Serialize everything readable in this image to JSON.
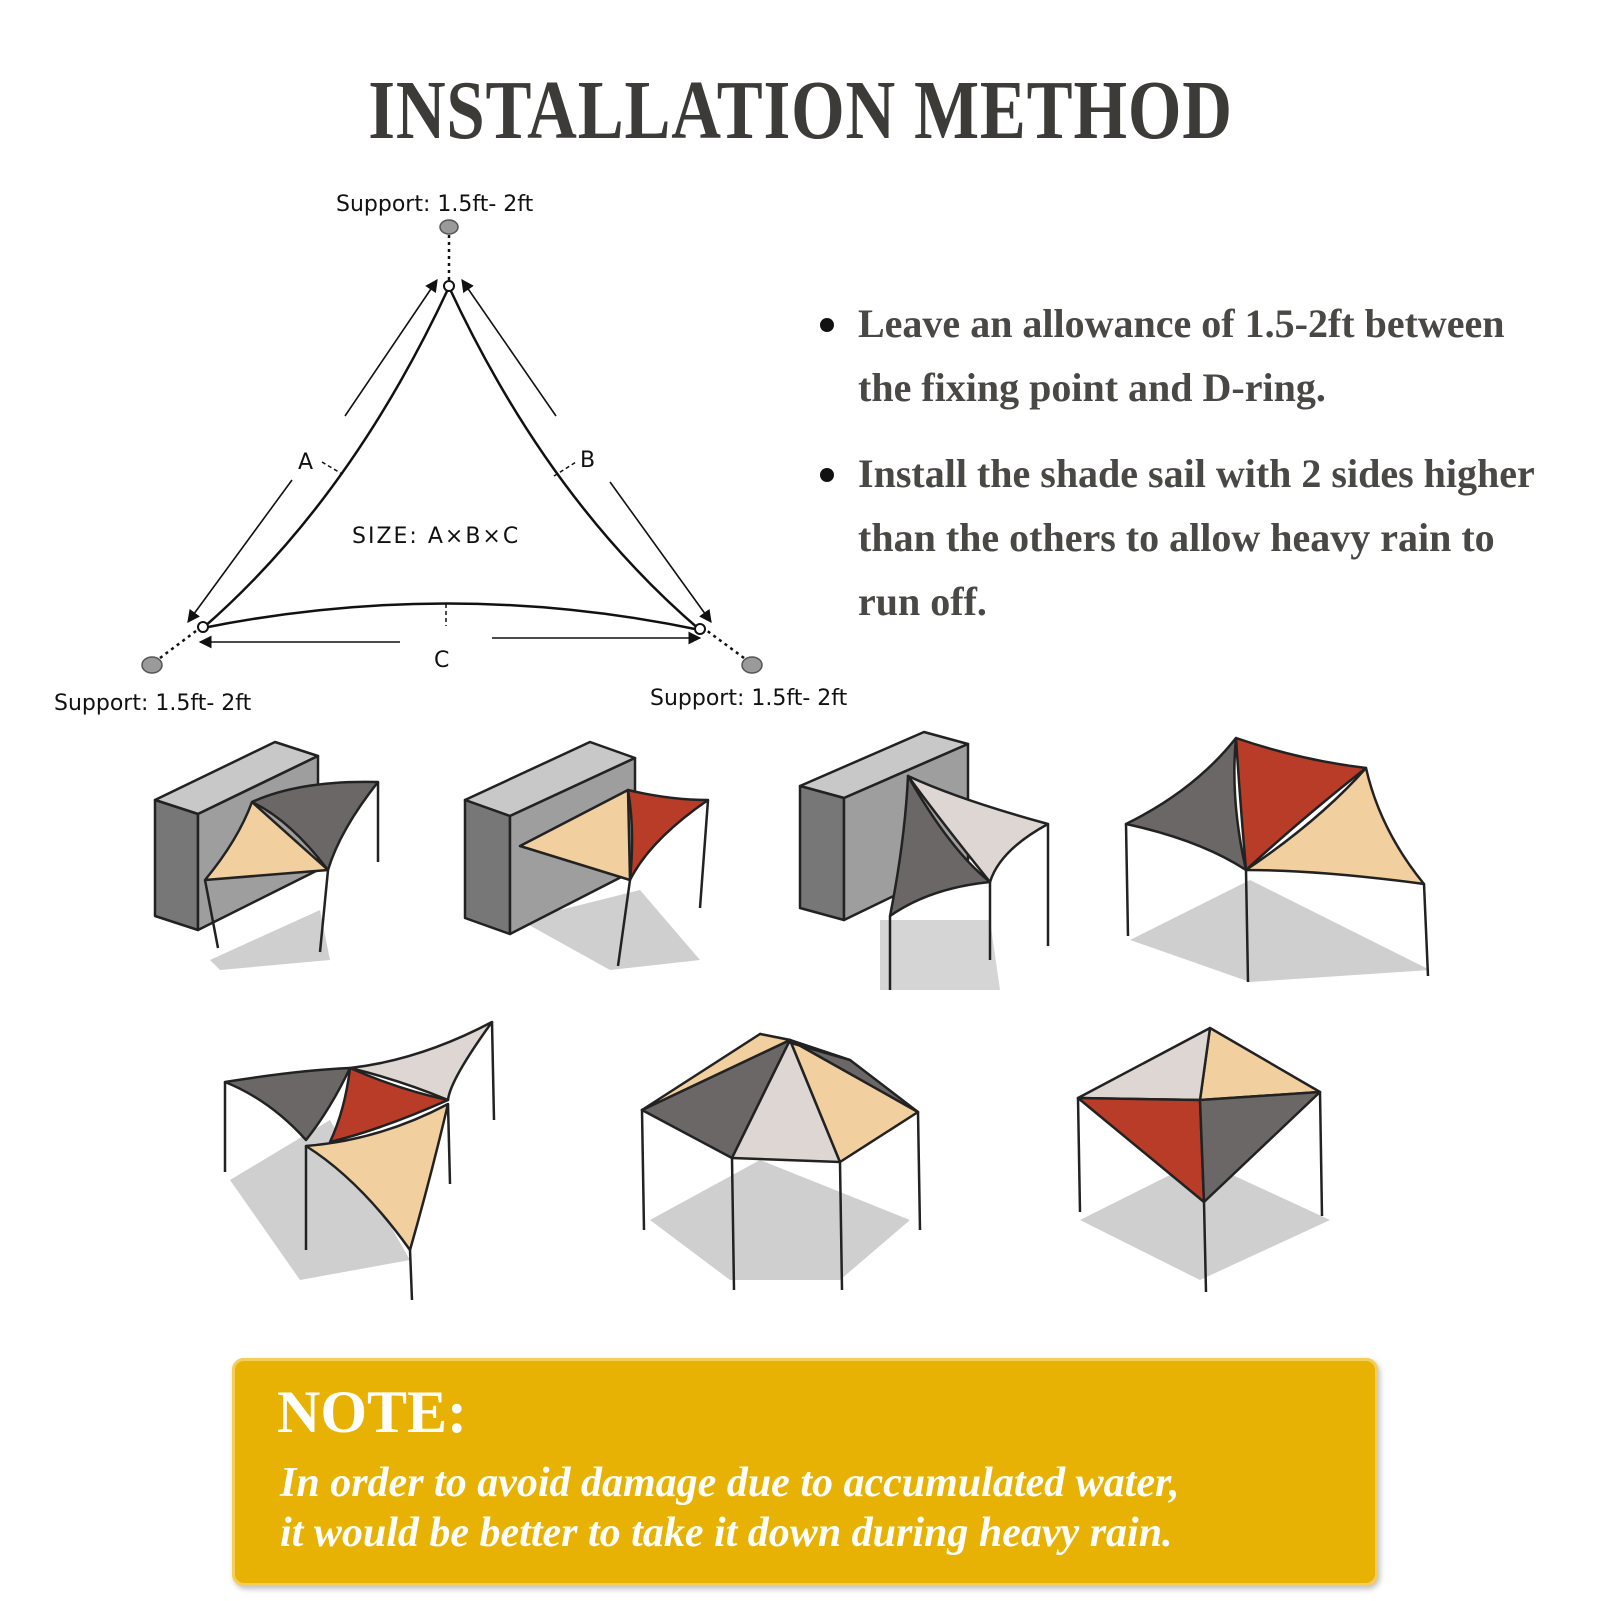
{
  "title": "INSTALLATION METHOD",
  "diagram": {
    "support_top": "Support: 1.5ft- 2ft",
    "support_left": "Support: 1.5ft- 2ft",
    "support_right": "Support: 1.5ft- 2ft",
    "side_a": "A",
    "side_b": "B",
    "side_c": "C",
    "size": "SIZE: A×B×C"
  },
  "bullets": [
    "Leave an allowance of 1.5-2ft between the fixing point and D-ring.",
    "Install the shade sail with 2 sides higher than the others to allow heavy rain to run off."
  ],
  "note": {
    "title": "NOTE:",
    "line1": "In order to avoid damage due to accumulated water,",
    "line2": "it would be better to take it down during heavy rain."
  },
  "colors": {
    "title": "#3d3b38",
    "sail_tan": "#f2cf9f",
    "sail_red": "#b83c27",
    "sail_gray": "#6b6767",
    "sail_light": "#ddd6d2",
    "wall": "#9e9e9e",
    "note_bg": "#e8b204"
  }
}
